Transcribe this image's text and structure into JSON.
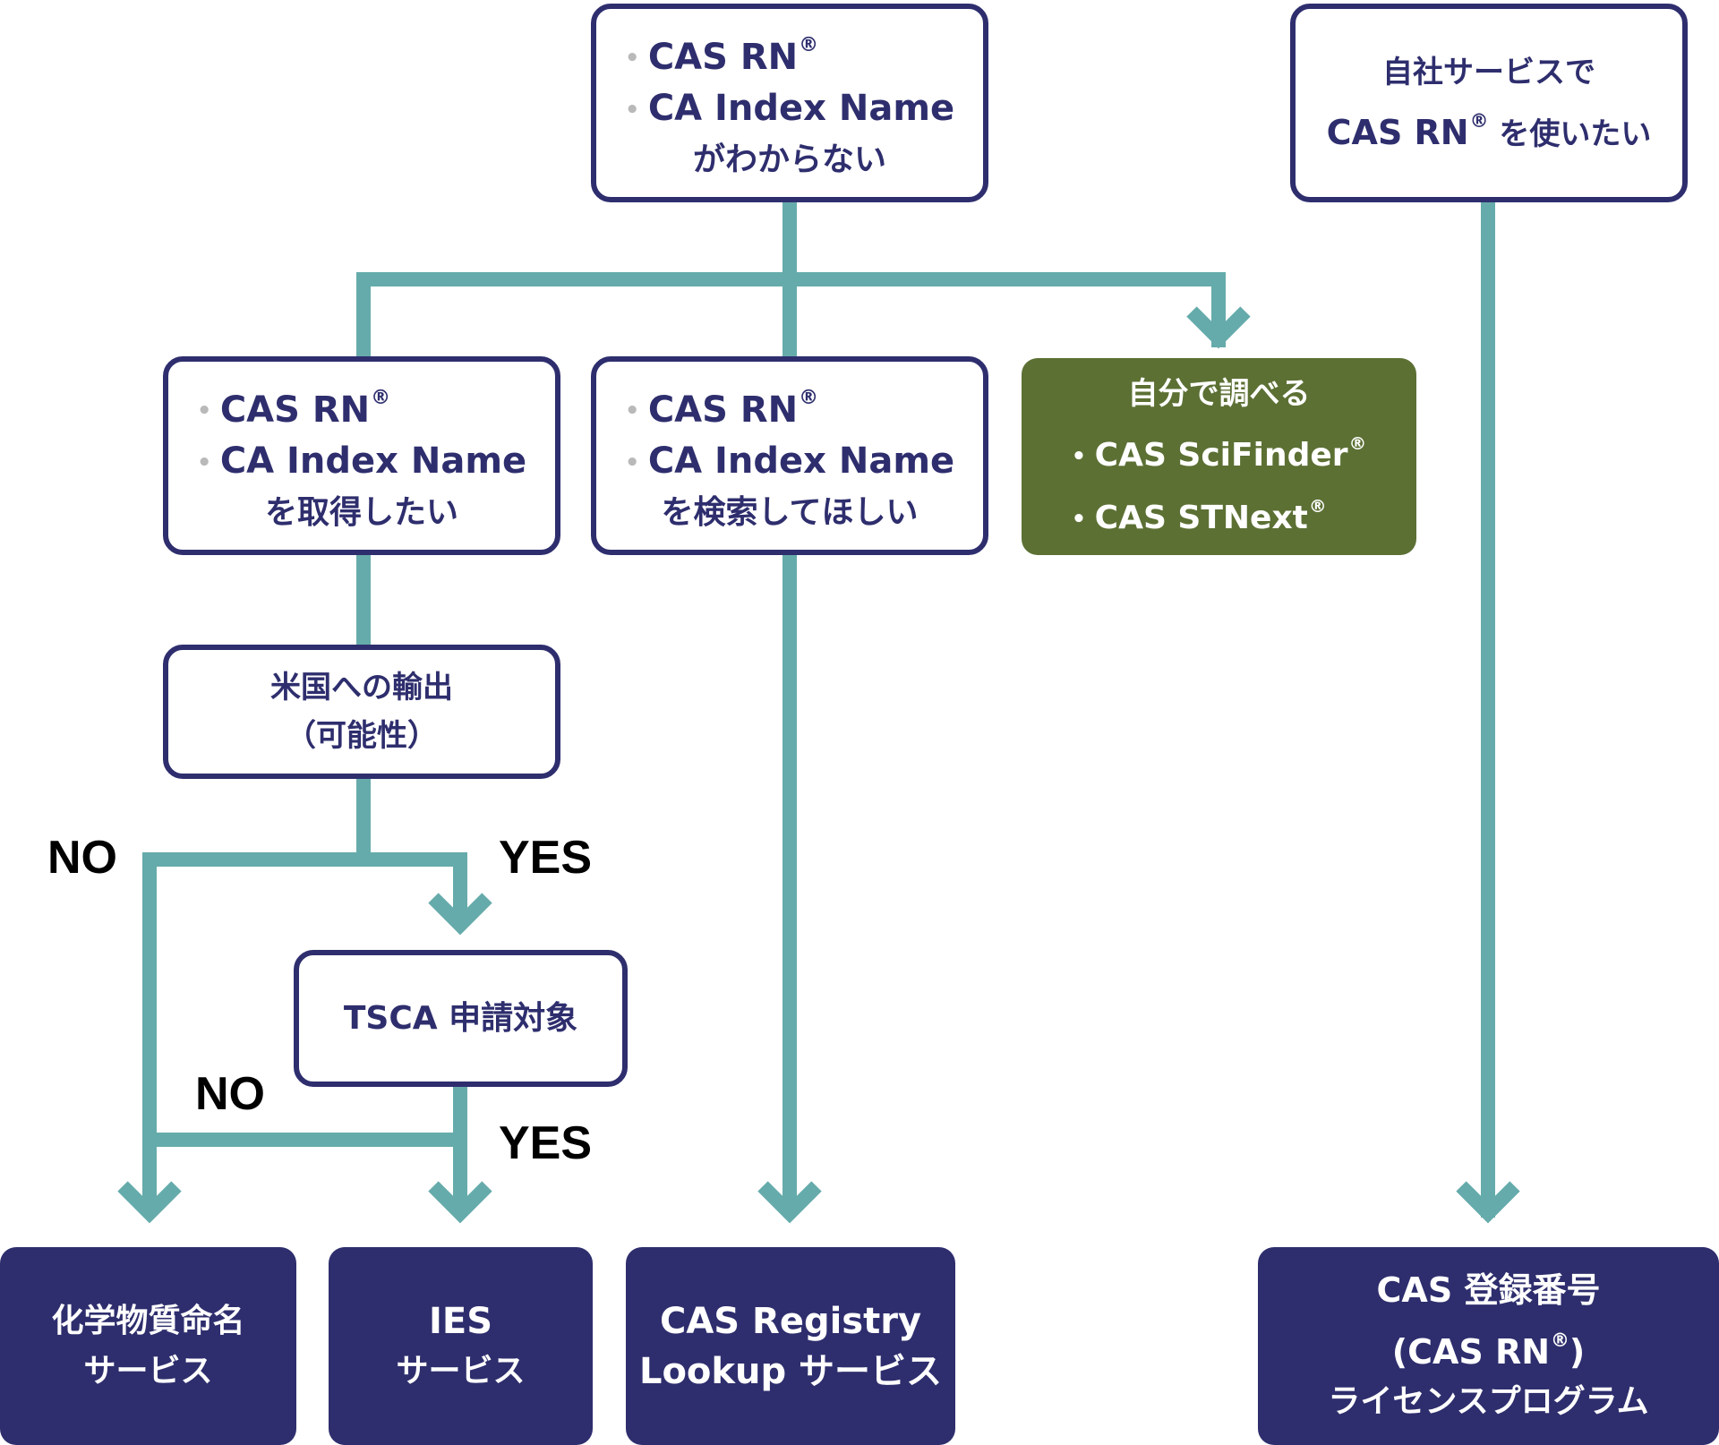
{
  "colors": {
    "navy": "#2e2e6e",
    "teal": "#66abab",
    "green": "#5c7034",
    "bullet_gray": "#b9b9b9"
  },
  "nodes": {
    "unknown": {
      "bullets": [
        [
          "CAS RN",
          "®"
        ],
        [
          "CA Index Name",
          ""
        ]
      ],
      "tail": "がわからない"
    },
    "inhouse": {
      "lines": [
        "自社サービスで"
      ],
      "line2_main": "CAS RN",
      "line2_reg": "®",
      "line2_tail": " を使いたい"
    },
    "obtain": {
      "bullets": [
        [
          "CAS RN",
          "®"
        ],
        [
          "CA Index Name",
          ""
        ]
      ],
      "tail": "を取得したい"
    },
    "search": {
      "bullets": [
        [
          "CAS RN",
          "®"
        ],
        [
          "CA Index Name",
          ""
        ]
      ],
      "tail": "を検索してほしい"
    },
    "self": {
      "title": "自分で調べる",
      "bullets": [
        [
          "CAS SciFinder",
          "®"
        ],
        [
          "CAS STNext",
          "®"
        ]
      ]
    },
    "export": {
      "lines": [
        "米国への輸出",
        "（可能性）"
      ]
    },
    "tsca": {
      "label": "TSCA 申請対象"
    },
    "naming": {
      "lines": [
        "化学物質命名",
        "サービス"
      ]
    },
    "ies": {
      "lines": [
        "IES",
        "サービス"
      ]
    },
    "lookup": {
      "lines": [
        "CAS Registry",
        "Lookup サービス"
      ]
    },
    "license": {
      "line1": "CAS 登録番号",
      "line2_main": "(CAS RN",
      "line2_reg": "®",
      "line2_tail": ")",
      "line3": "ライセンスプログラム"
    }
  },
  "branch_labels": {
    "no1": "NO",
    "yes1": "YES",
    "no2": "NO",
    "yes2": "YES"
  }
}
